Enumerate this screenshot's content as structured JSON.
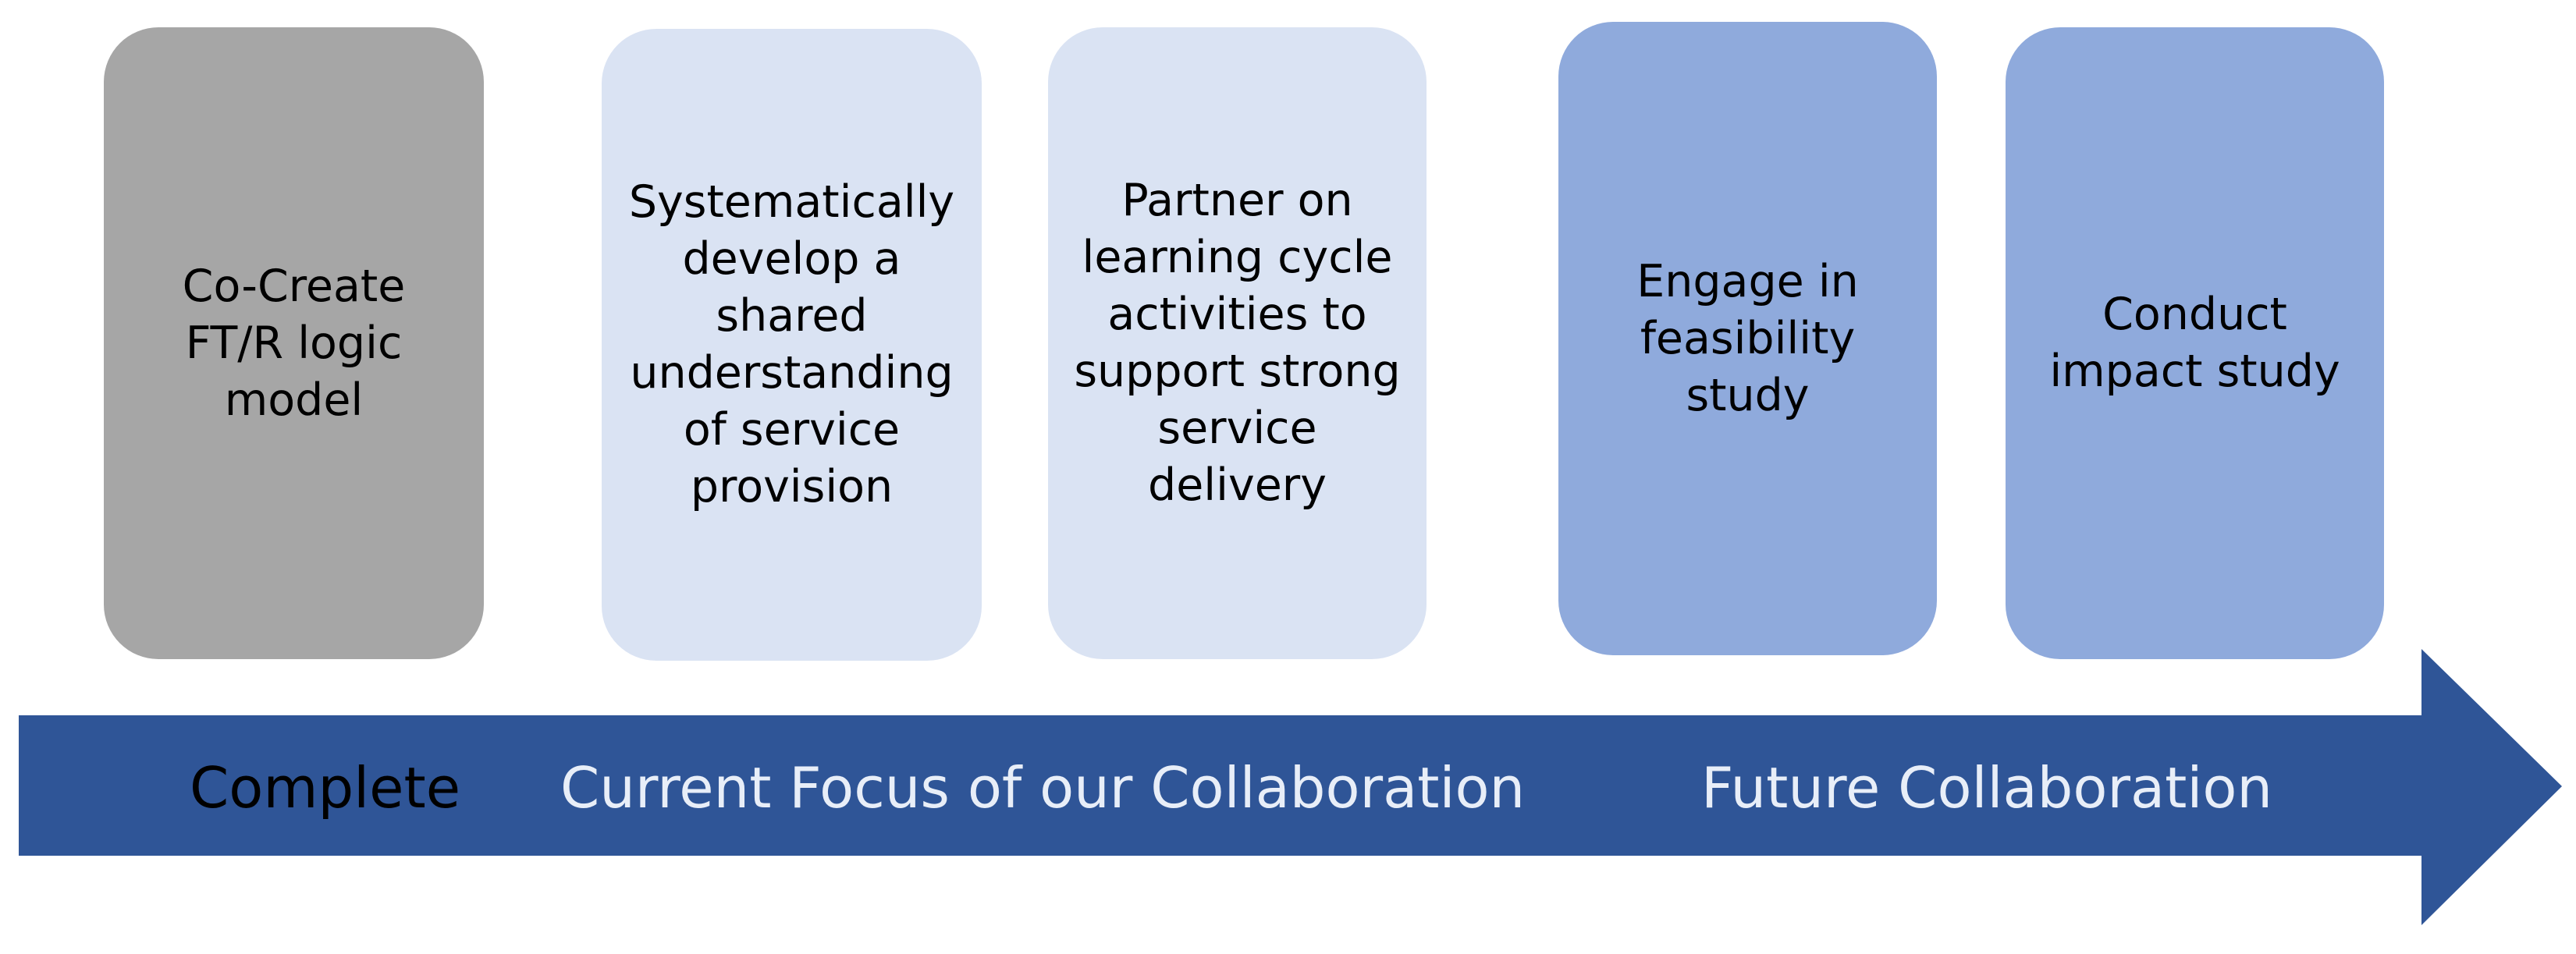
{
  "boxes": [
    {
      "id": "co-create",
      "text": "Co-Create\nFT/R logic\nmodel",
      "color": "#a6a6a6"
    },
    {
      "id": "systematically",
      "text": "Systematically\ndevelop a\nshared\nunderstanding\nof service\nprovision",
      "color": "#dae3f3"
    },
    {
      "id": "partner",
      "text": "Partner on\nlearning cycle\nactivities to\nsupport strong\nservice\ndelivery",
      "color": "#dae3f3"
    },
    {
      "id": "feasibility",
      "text": "Engage in\nfeasibility\nstudy",
      "color": "#8faadc"
    },
    {
      "id": "impact",
      "text": "Conduct\nimpact study",
      "color": "#8faadc"
    }
  ],
  "arrow": {
    "color": "#2f5597"
  },
  "phases": {
    "complete": {
      "label": "Complete",
      "color": "#000000"
    },
    "current": {
      "label": "Current Focus of our Collaboration",
      "color": "#e8eef8"
    },
    "future": {
      "label": "Future Collaboration",
      "color": "#e8eef8"
    }
  }
}
